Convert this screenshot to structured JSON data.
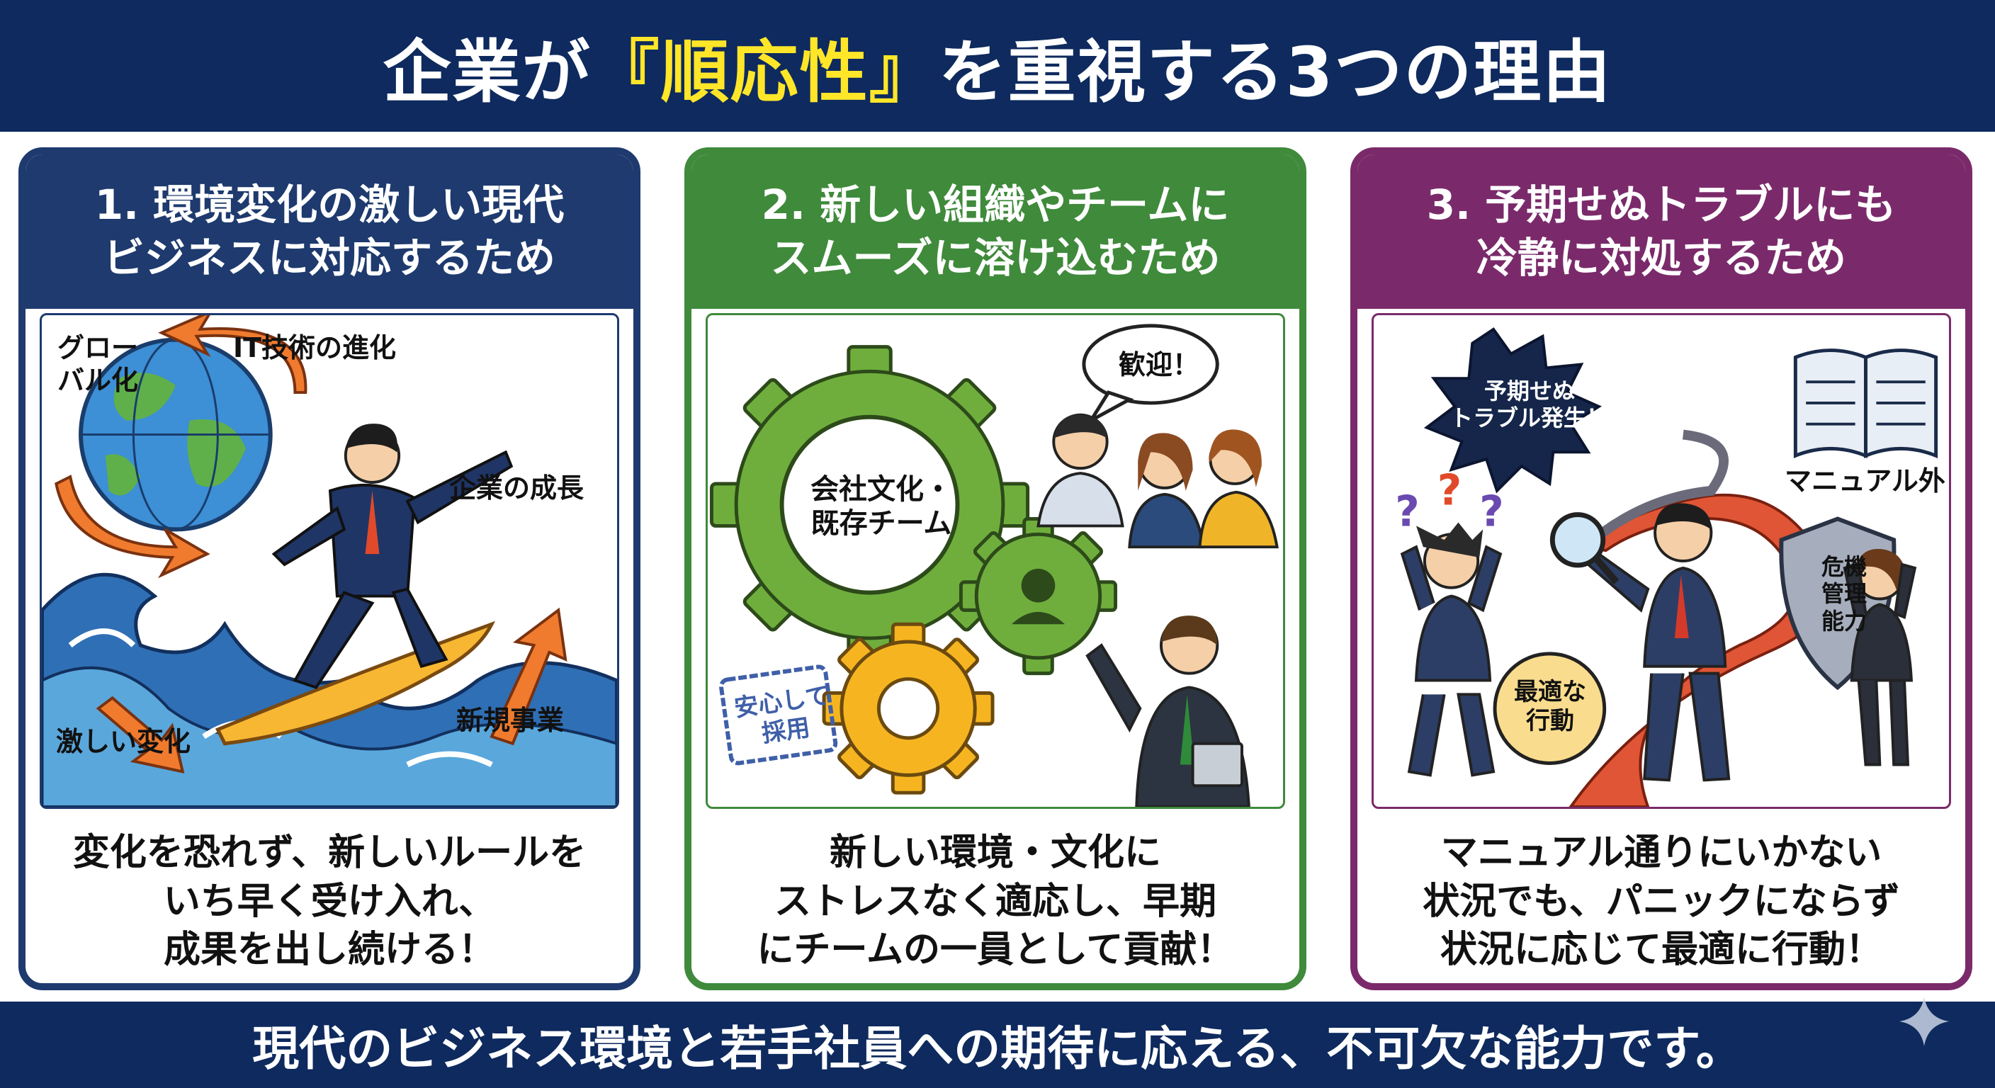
{
  "header": {
    "title_pre": "企業が",
    "title_highlight": "『順応性』",
    "title_post": "を重視する3つの理由"
  },
  "cards": [
    {
      "title_line1": "1. 環境変化の激しい現代",
      "title_line2": "ビジネスに対応するため",
      "labels": {
        "global": "グロー\nバル化",
        "it": "IT技術の進化",
        "growth": "企業の成長",
        "change": "激しい変化",
        "new_business": "新規事業"
      },
      "body_line1": "変化を恐れず、新しいルールを",
      "body_line2": "いち早く受け入れ、",
      "body_line3": "成果を出し続ける！"
    },
    {
      "title_line1": "2. 新しい組織やチームに",
      "title_line2": "スムーズに溶け込むため",
      "labels": {
        "welcome": "歓迎！",
        "gear_line1": "会社文化・",
        "gear_line2": "既存チーム",
        "stamp_line1": "安心して",
        "stamp_line2": "採用"
      },
      "body_line1": "新しい環境・文化に",
      "body_line2": "ストレスなく適応し、早期",
      "body_line3": "にチームの一員として貢献！"
    },
    {
      "title_line1": "3. 予期せぬトラブルにも",
      "title_line2": "冷静に対処するため",
      "labels": {
        "trouble_line1": "予期せぬ",
        "trouble_line2": "トラブル発生！",
        "manual": "マニュアル外",
        "optimal_line1": "最適な",
        "optimal_line2": "行動",
        "shield_line1": "危機",
        "shield_line2": "管理",
        "shield_line3": "能力",
        "question": "?"
      },
      "body_line1": "マニュアル通りにいかない",
      "body_line2": "状況でも、パニックにならず",
      "body_line3": "状況に応じて最適に行動！"
    }
  ],
  "footer": {
    "text": "現代のビジネス環境と若手社員への期待に応える、不可欠な能力です。"
  },
  "colors": {
    "navy": "#0e2a5e",
    "highlight": "#ffe629",
    "card1": "#1e3a6e",
    "card2": "#3f8a3b",
    "card3": "#7a2a6a"
  }
}
